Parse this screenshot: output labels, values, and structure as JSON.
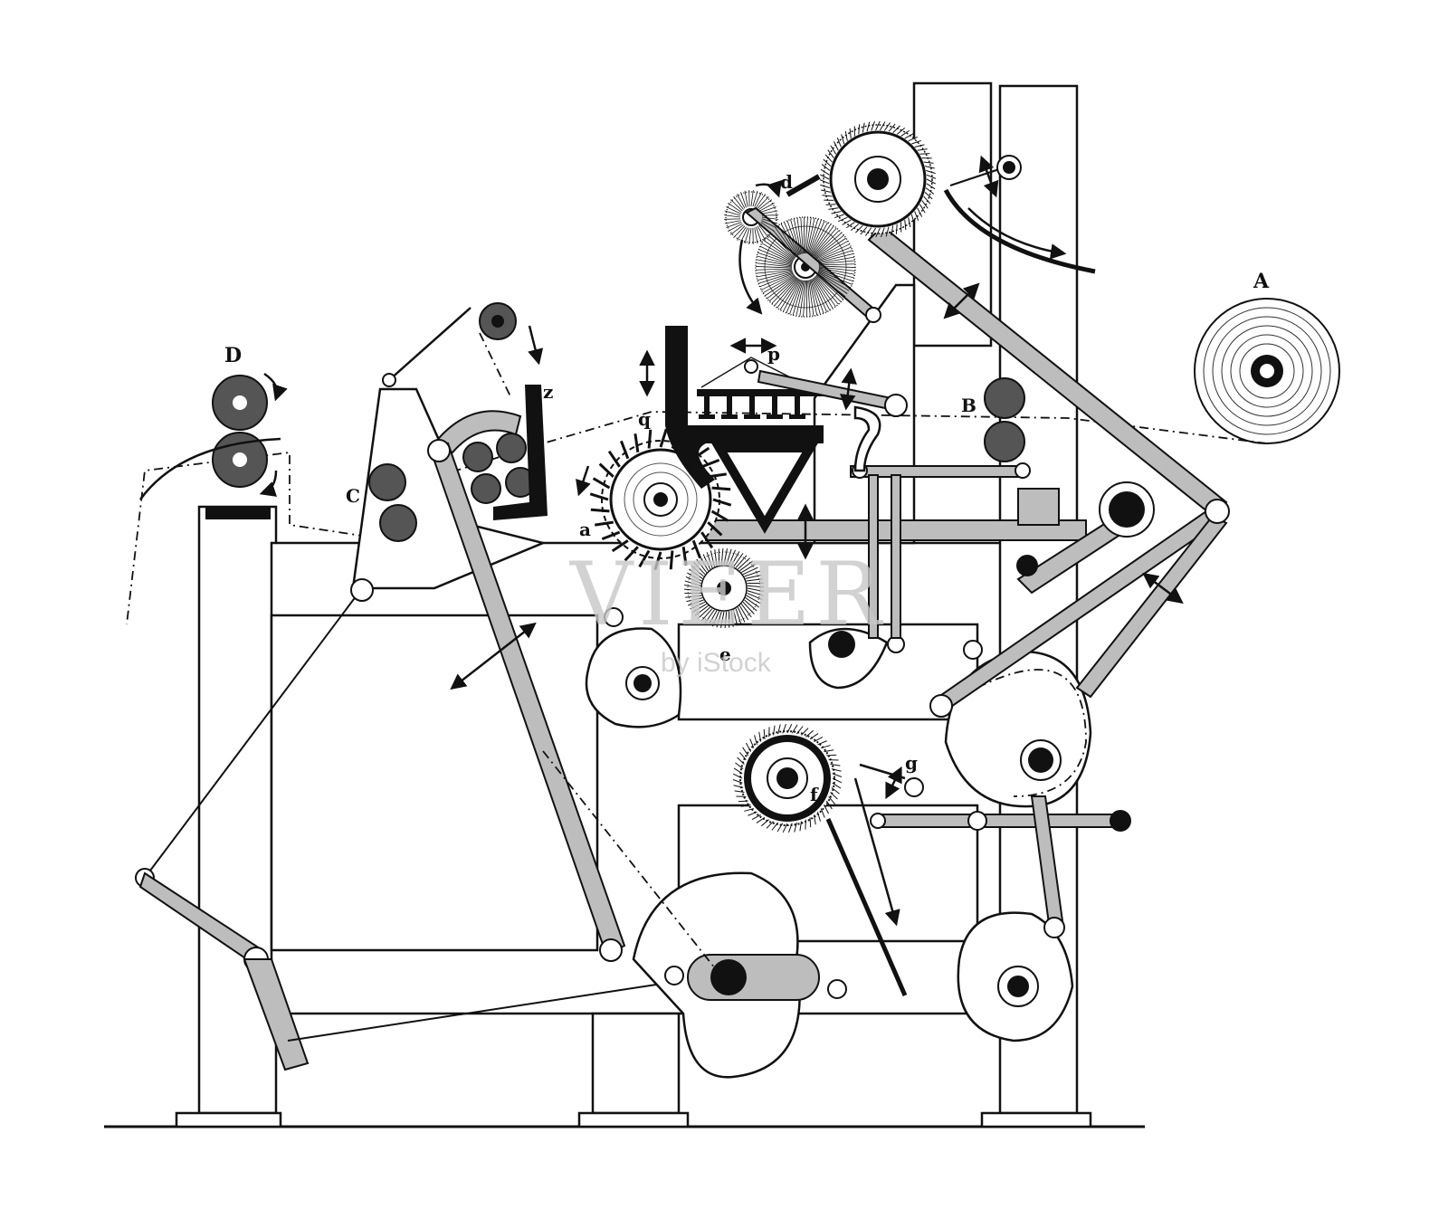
{
  "figure": {
    "labels": {
      "A": "A",
      "B": "B",
      "C": "C",
      "D": "D",
      "z": "z",
      "d": "d",
      "p": "p",
      "q": "q",
      "a": "a",
      "e": "e",
      "f": "f",
      "g": "g"
    },
    "watermark": {
      "brand": "VIEER",
      "by": "by iStock"
    }
  }
}
